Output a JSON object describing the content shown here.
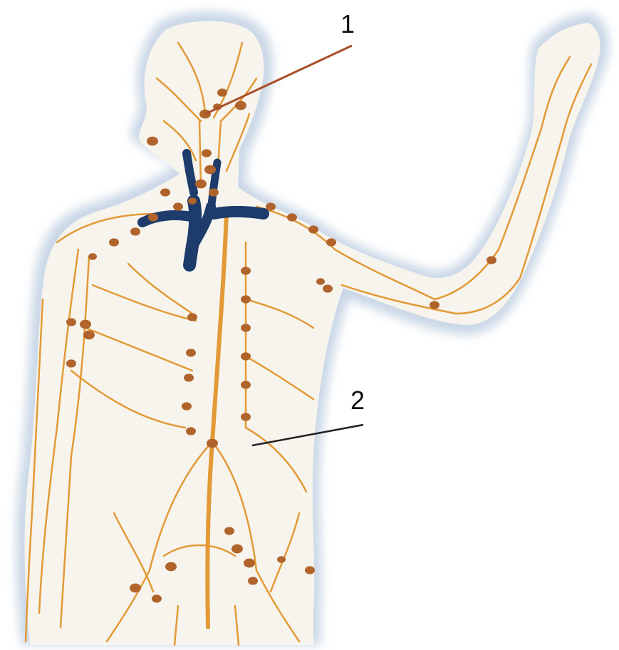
{
  "figure": {
    "callouts": [
      {
        "id": "1",
        "label": "1"
      },
      {
        "id": "2",
        "label": "2"
      }
    ]
  },
  "colors": {
    "background": "#ffffff",
    "body_halo": "#c9d7e6",
    "body_fill": "#f7f4ee",
    "vessel": "#e29a36",
    "node": "#b0642b",
    "duct": "#1d3c6b",
    "leader_1": "#a8502a",
    "leader_2": "#222222",
    "label": "#111111"
  },
  "icons": {
    "body": "human-torso-silhouette",
    "duct": "thoracic-duct-icon",
    "node": "lymph-node-icon"
  }
}
